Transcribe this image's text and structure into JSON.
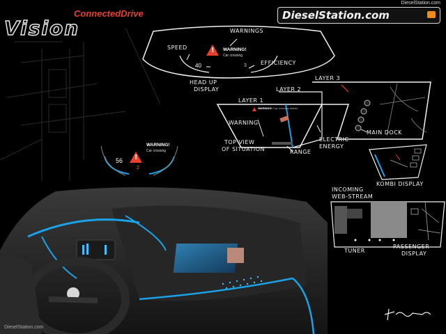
{
  "brand": {
    "vision_text": "Vision",
    "connected_drive": "ConnectedDrive",
    "site_logo": "DieselStation.com",
    "site_small": "DieselStation.com",
    "watermark_bottom": "DieselStation.com",
    "signature": "P.Iakarasz",
    "colors": {
      "accent_red": "#e8402c",
      "accent_blue": "#1aa3e8",
      "sketch_white": "#f2f2f2"
    }
  },
  "hud_sketch": {
    "warning_title": "WARNING!",
    "warning_sub": "Car crossing",
    "speed_value": "40",
    "efficiency_value": "3"
  },
  "hud_render": {
    "warning_title": "WARNING!",
    "warning_sub": "Car crossing",
    "speed_value": "56",
    "efficiency_value": "2"
  },
  "layer_panel": {
    "warning_title": "WARNING!",
    "warning_sub": "Car crossing ahead"
  },
  "annotations": {
    "warnings": "Warnings",
    "speed": "Speed",
    "efficiency": "Efficiency",
    "hud_line1": "Head up",
    "hud_line2": "Display",
    "layer1": "Layer 1",
    "layer2": "Layer 2",
    "layer3": "Layer 3",
    "warning": "Warning",
    "top_view_1": "Top view",
    "top_view_2": "of situation",
    "range": "Range",
    "electric_1": "Electric",
    "electric_2": "Energy",
    "main_dock": "Main Dock",
    "kombi": "Kombi Display",
    "incoming_1": "Incoming",
    "incoming_2": "Web-stream",
    "tuner": "Tuner",
    "passenger_1": "Passenger",
    "passenger_2": "Display"
  }
}
